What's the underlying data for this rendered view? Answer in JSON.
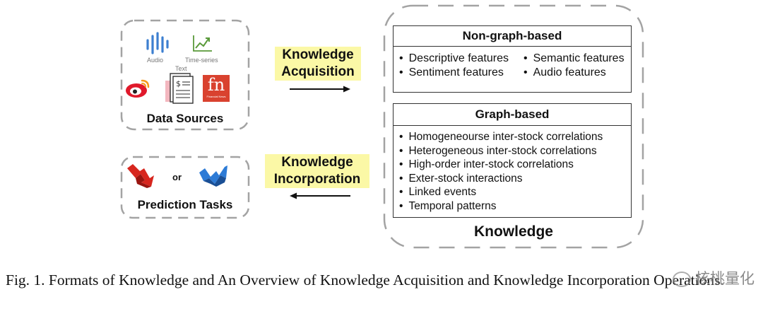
{
  "sources": {
    "audio_label": "Audio",
    "timeseries_label": "Time-series",
    "text_label": "Text",
    "fn_logo": "fn",
    "fn_subtext": "Financial News",
    "title": "Data Sources"
  },
  "prediction": {
    "or_label": "or",
    "title": "Prediction Tasks"
  },
  "acquisition": {
    "line1": "Knowledge",
    "line2": "Acquisition"
  },
  "incorporation": {
    "line1": "Knowledge",
    "line2": "Incorporation"
  },
  "non_graph": {
    "title": "Non-graph-based",
    "items": [
      "Descriptive features",
      "Semantic features",
      "Sentiment features",
      "Audio features"
    ]
  },
  "graph": {
    "title": "Graph-based",
    "items": [
      "Homogeneourse inter-stock correlations",
      "Heterogeneous inter-stock correlations",
      "High-order inter-stock correlations",
      "Exter-stock interactions",
      "Linked events",
      "Temporal patterns"
    ]
  },
  "knowledge_label": "Knowledge",
  "caption": "Fig. 1.  Formats of Knowledge and An Overview of Knowledge Acquisition and Knowledge Incorporation Operations.",
  "watermark": "核桃量化",
  "colors": {
    "highlight": "#fbf8a6",
    "dash": "#a3a3a3",
    "audio_blue": "#3d7fd0",
    "chart_green": "#5a9a3a",
    "weibo_red": "#e0192b",
    "fn_red": "#d9422f",
    "down_red": "#d7261e",
    "up_blue": "#2d7bd6"
  }
}
